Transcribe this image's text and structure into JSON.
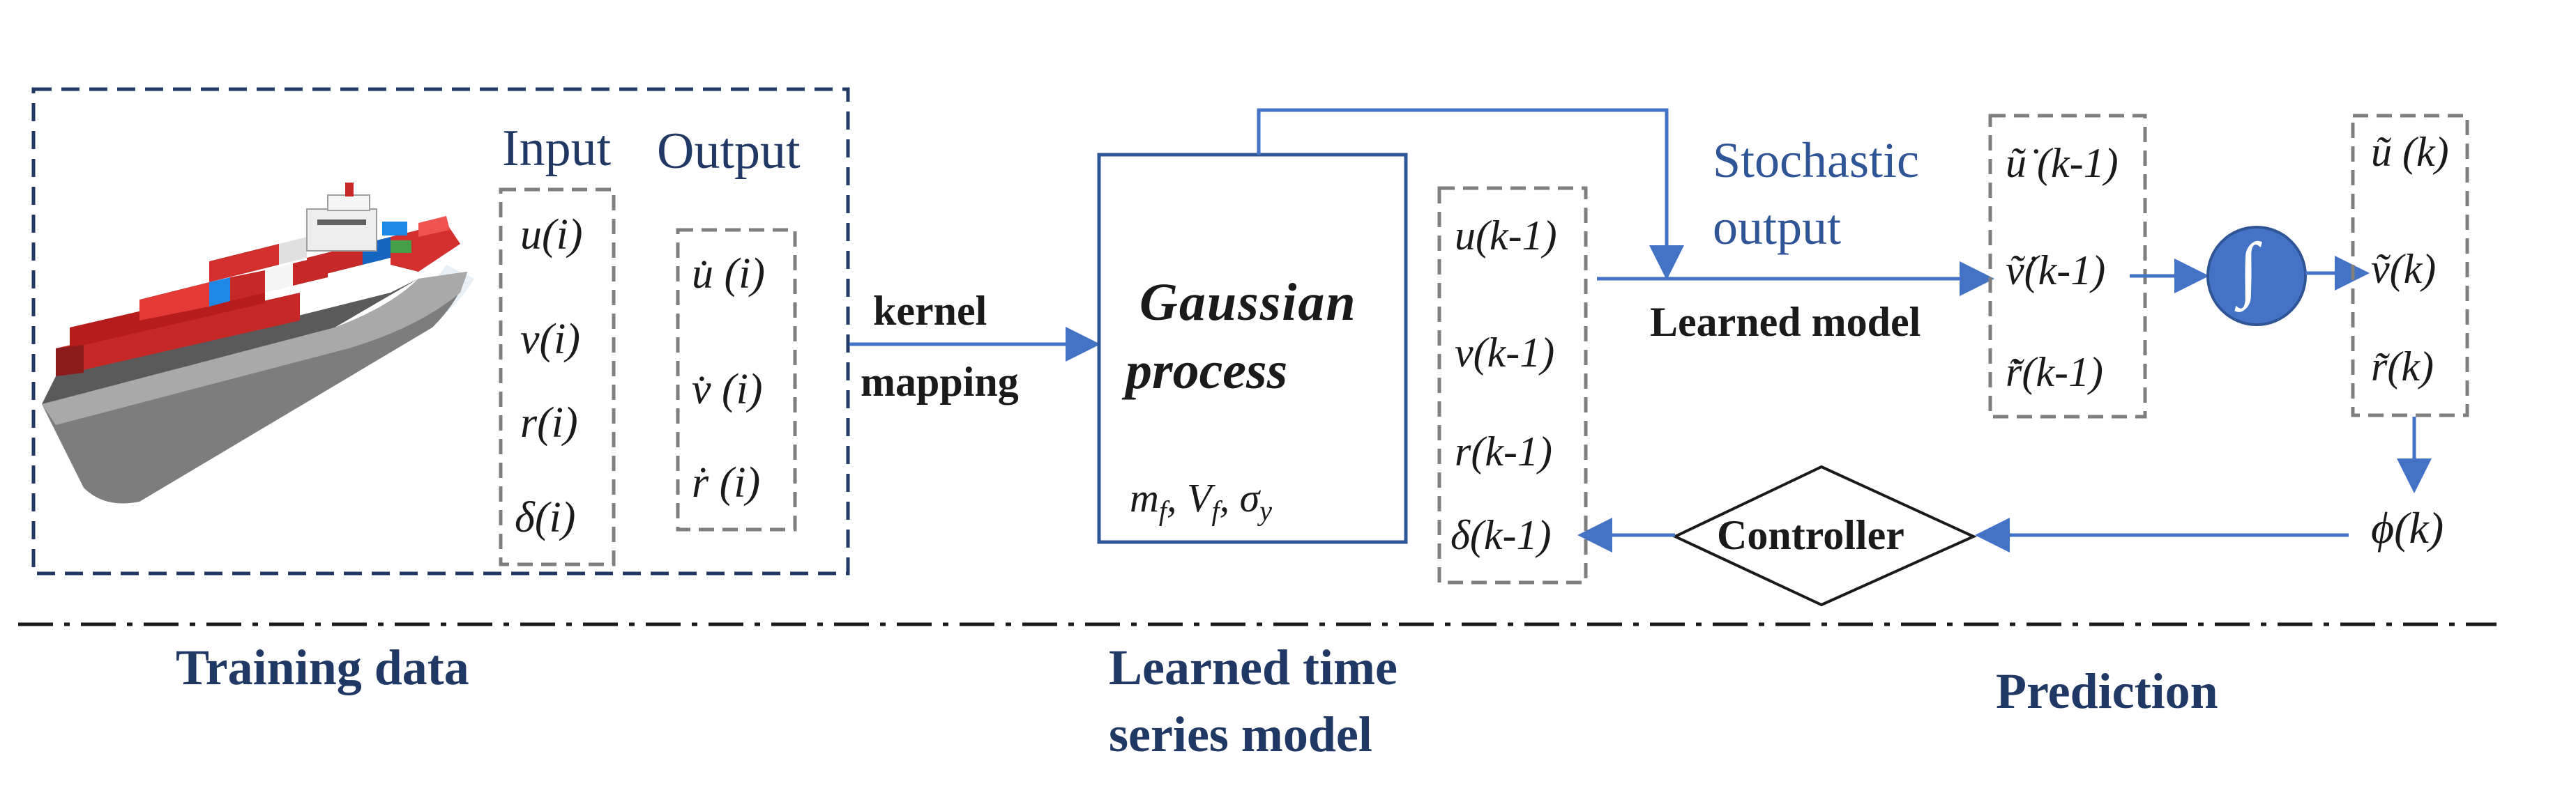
{
  "colors": {
    "navy": "#1f3864",
    "blue": "#4472c4",
    "dash_gray": "#7f7f7f",
    "text": "#1a1a1a",
    "hull_red": "#c62828",
    "hull_gray": "#7d7d7d"
  },
  "training": {
    "caption": "Training data",
    "input_header": "Input",
    "output_header": "Output",
    "inputs": [
      "u(i)",
      "v(i)",
      "r(i)",
      "δ(i)"
    ],
    "outputs": [
      "u̇ (i)",
      "v̇ (i)",
      "ṙ (i)"
    ],
    "ship_image": "container-ship"
  },
  "kernel": {
    "line1": "kernel",
    "line2": "mapping"
  },
  "gp": {
    "title_line1": "Gaussian",
    "title_line2": "process",
    "params": "m_f, V_f, σ_y",
    "params_display": {
      "m": "m",
      "m_sub": "f",
      "v": "V",
      "v_sub": "f",
      "s": "σ",
      "s_sub": "y"
    }
  },
  "lagged_inputs": [
    "u(k-1)",
    "v(k-1)",
    "r(k-1)",
    "δ(k-1)"
  ],
  "middle_caption": {
    "line1": "Learned time",
    "line2": "series model"
  },
  "stochastic": {
    "line1": "Stochastic",
    "line2": "output"
  },
  "learned_model_label": "Learned model",
  "stochastic_outputs": [
    "ũ̇ (k-1)",
    "ṽ̇(k-1)",
    "r̃̇(k-1)"
  ],
  "integrator_symbol": "∫",
  "states": [
    "ũ (k)",
    "ṽ(k)",
    "r̃(k)"
  ],
  "phi": "ϕ(k)",
  "controller": "Controller",
  "prediction_caption": "Prediction"
}
